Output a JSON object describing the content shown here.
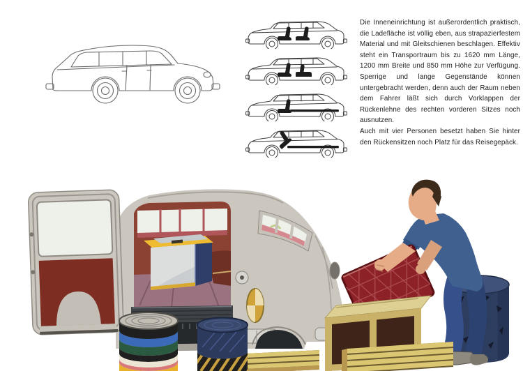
{
  "article": {
    "paragraphs": [
      "Die Inneneinrichtung ist außerordentlich praktisch, die Ladefläche ist völlig eben, aus strapazierfestem Material und mit Gleitschienen beschlagen. Effektiv steht ein Transportraum bis zu 1620 mm Länge, 1200 mm Breite und 850 mm Höhe zur Verfügung. Sperrige und lange Gegenstände können untergebracht werden, denn auch der Raum neben dem Fahrer läßt sich durch Vorklappen der Rückenlehne des rechten vorderen Sitzes noch ausnutzen.",
      "Auch mit vier Personen besetzt haben Sie hinter den Rückensitzen noch Platz für das Reisegepäck."
    ]
  },
  "figures": {
    "side_view": "wagon-side-view-line-drawing",
    "seat_configs": [
      "front-and-rear-seats-upright",
      "rear-seat-folded",
      "flat-load-floor-behind-front-seat",
      "front-backrest-folded-full-length-floor"
    ],
    "scene": "loading-luggage-through-open-side-door"
  },
  "palette": {
    "paper": "#ffffff",
    "ink": "#1c1c1c",
    "line-soft": "#6b6b6b",
    "line-hard": "#3e3e3e",
    "car-body": "#cbc7bf",
    "car-shade": "#a9a59c",
    "car-edge": "#8f8b83",
    "car-frame": "#c6c2ba",
    "glass": "#eef0ea",
    "door-panel": "#7e2d22",
    "arch-gray": "#c3bfb7",
    "interior-wall": "#8c4233",
    "interior-dark": "#6e2f24",
    "window-mullion": "#b0565a",
    "floor-mauve": "#9b7280",
    "floor-line": "#7e5a66",
    "mat-dark": "#3f4347",
    "tire": "#26292c",
    "rocker": "#a6a29a",
    "box-navy": "#2f3e68",
    "box-face": "#dcdedd",
    "box-shade": "#b9bfc4",
    "lid-yellow": "#eebb33",
    "lid-top": "#c4c9cc",
    "lid-orange": "#d9a82e",
    "amber": "#cfa23a",
    "amber-cream": "#efe3c0",
    "chrome": "#d8d6d1",
    "red-dot": "#c23b2e",
    "pink-glass": "#d5898f",
    "shirt": "#40608f",
    "shirt-dark": "#365586",
    "trousers": "#35508a",
    "trousers-dark": "#2c4371",
    "skin": "#e6ac88",
    "skin-shade": "#d9a07c",
    "hair": "#3c2a1b",
    "shoe": "#8f8a80",
    "hamper": "#8c2127",
    "hamper-line": "#b2555a",
    "hamper-edge": "#591013",
    "crate-frame": "#c9b168",
    "crate-top": "#ddd092",
    "crate-dark": "#3f2519",
    "plank": "#dbc672",
    "plank-gap": "#6b5a30",
    "plank-side": "#b89850",
    "cyl": "#2d3d60",
    "cyl-top": "#41527a",
    "cyl-tri": "#151a2c",
    "roll-gray": "#c2beb5",
    "roll-ring": "#8e8a81",
    "roll-black": "#1f1f1f",
    "roll-blue": "#3a6ab8",
    "roll-green": "#2a5a40",
    "roll-cream": "#ece5d4",
    "roll-pink": "#d87878",
    "roll-yellow": "#e8b12c",
    "roll-navy": "#2c3a5e",
    "roll-navy-top": "#39496e",
    "roll-gold": "#c8a040"
  }
}
